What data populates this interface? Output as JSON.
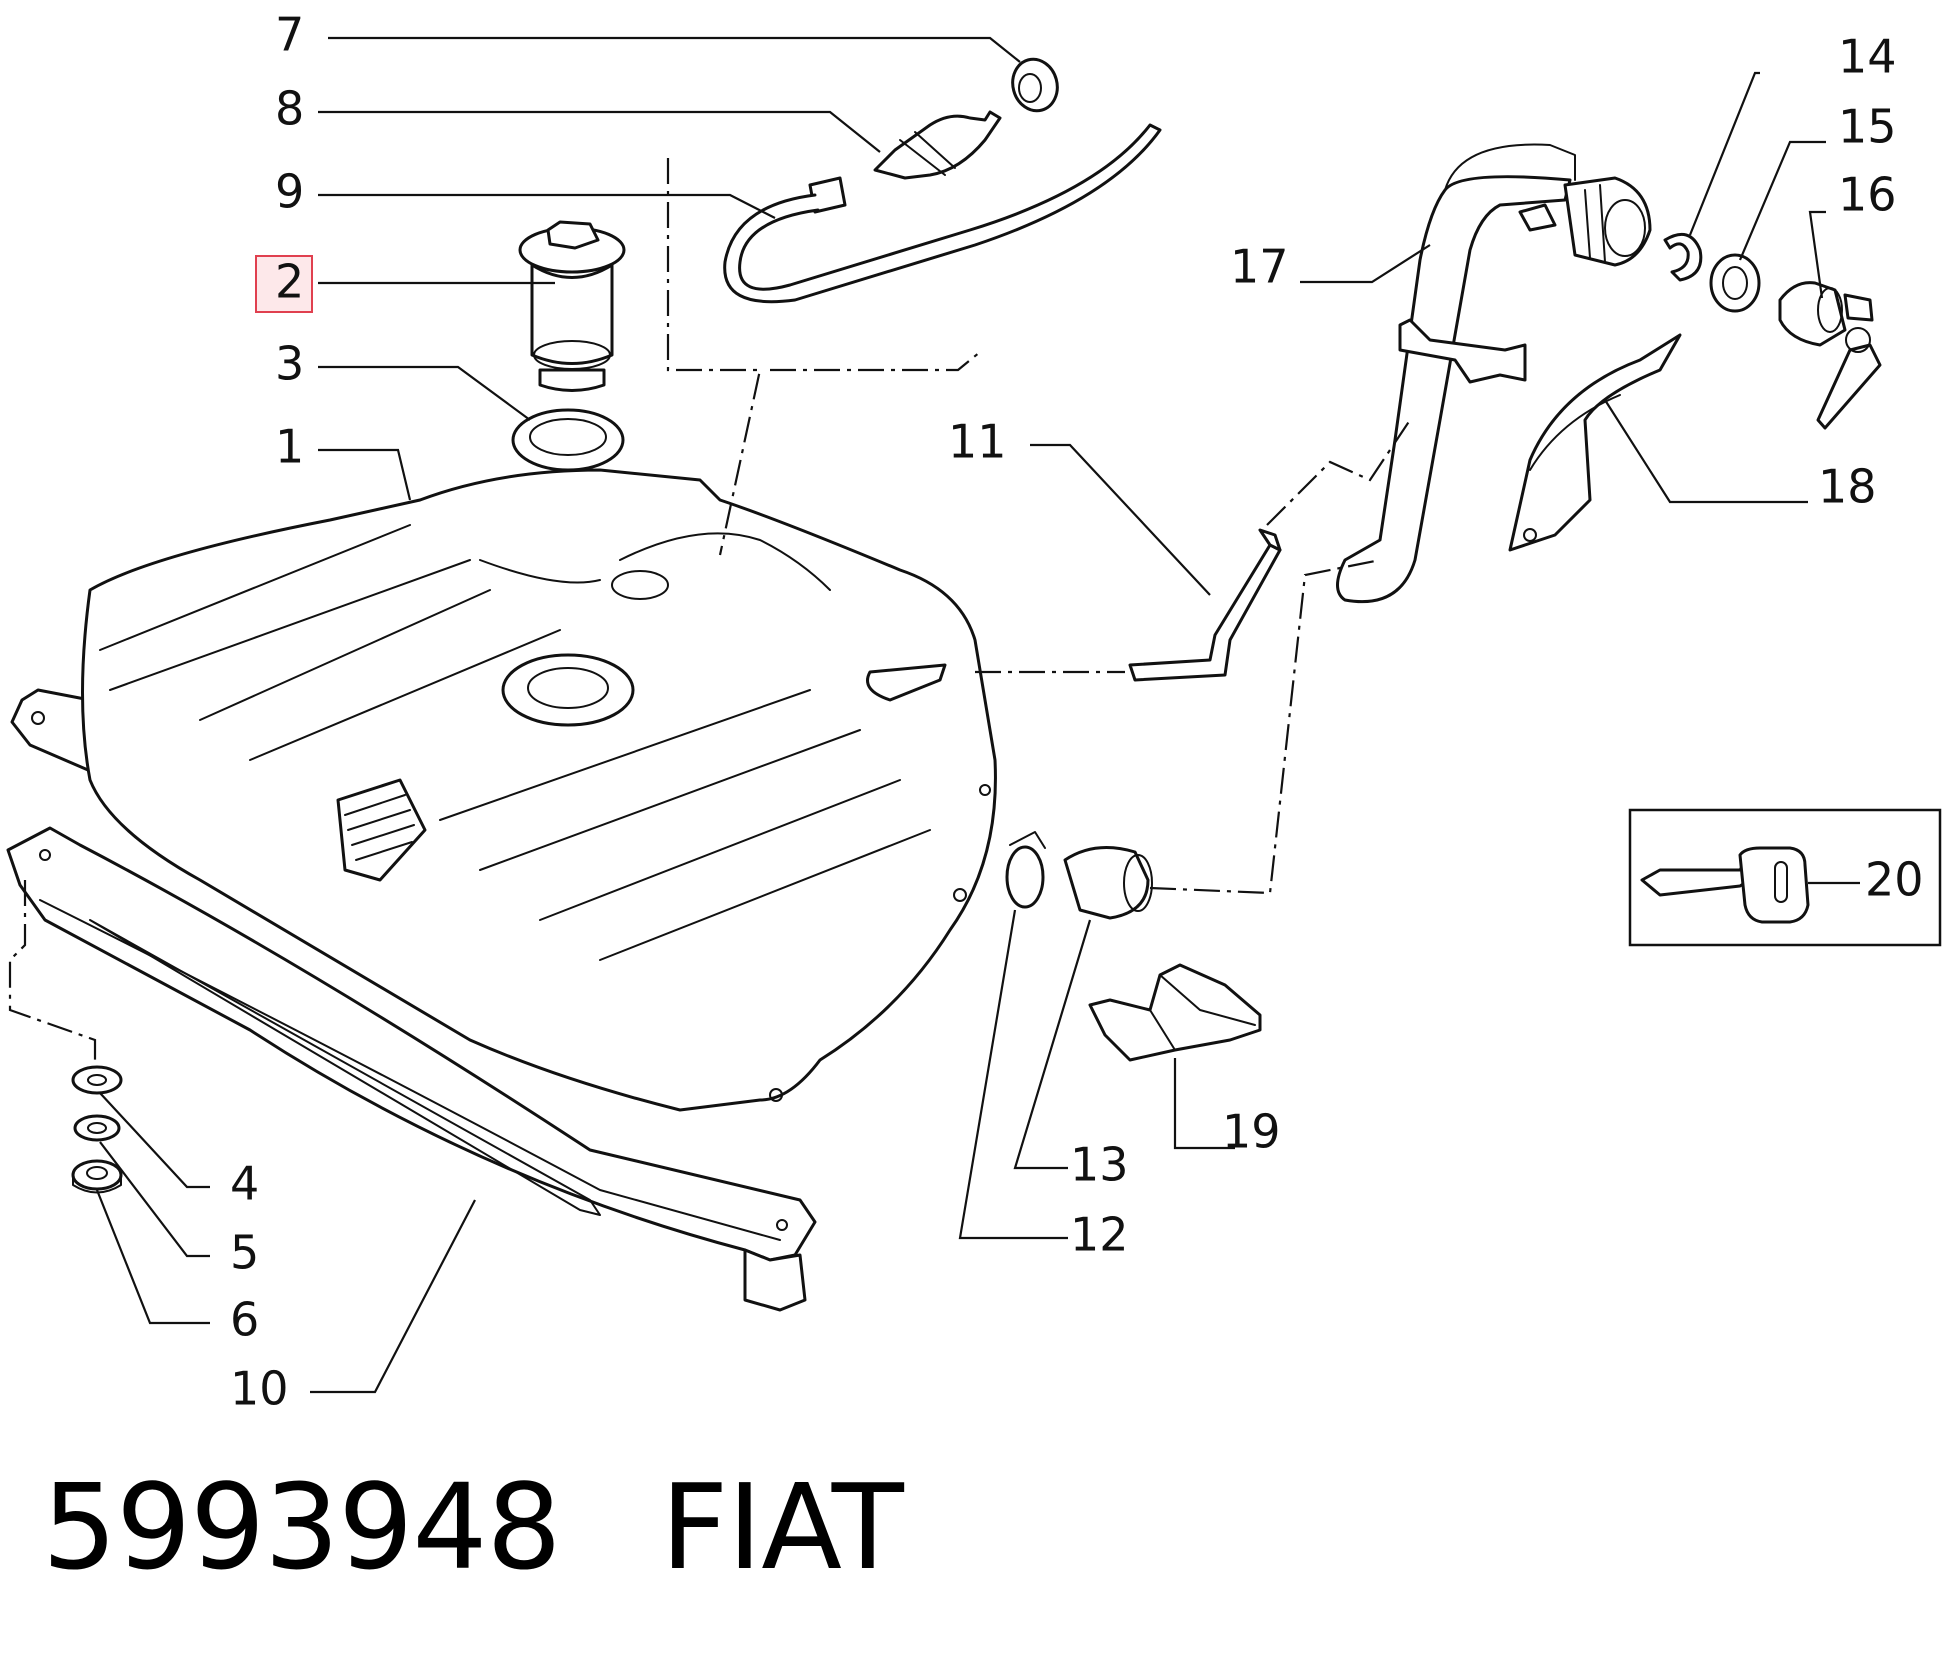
{
  "diagram": {
    "callouts": [
      {
        "id": "1",
        "label": "1"
      },
      {
        "id": "2",
        "label": "2",
        "highlighted": true
      },
      {
        "id": "3",
        "label": "3"
      },
      {
        "id": "4",
        "label": "4"
      },
      {
        "id": "5",
        "label": "5"
      },
      {
        "id": "6",
        "label": "6"
      },
      {
        "id": "7",
        "label": "7"
      },
      {
        "id": "8",
        "label": "8"
      },
      {
        "id": "9",
        "label": "9"
      },
      {
        "id": "10",
        "label": "10"
      },
      {
        "id": "11",
        "label": "11"
      },
      {
        "id": "12",
        "label": "12"
      },
      {
        "id": "13",
        "label": "13"
      },
      {
        "id": "14",
        "label": "14"
      },
      {
        "id": "15",
        "label": "15"
      },
      {
        "id": "16",
        "label": "16"
      },
      {
        "id": "17",
        "label": "17"
      },
      {
        "id": "18",
        "label": "18"
      },
      {
        "id": "19",
        "label": "19"
      },
      {
        "id": "20",
        "label": "20"
      }
    ],
    "highlight_color": "#e0404f"
  },
  "footer": {
    "part_number": "5993948",
    "brand": "FIAT"
  }
}
